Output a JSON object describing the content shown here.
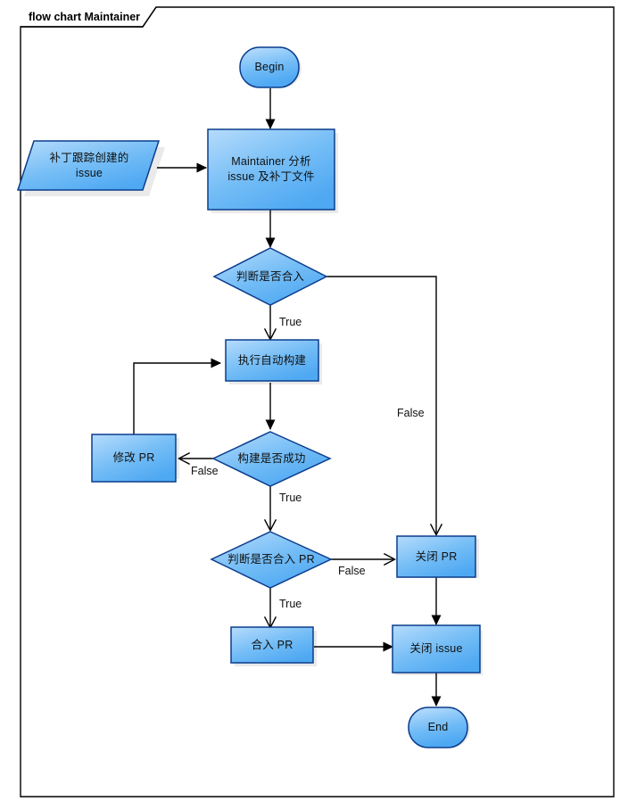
{
  "frame": {
    "title": "flow chart Maintainer",
    "border_color": "#000000",
    "background": "#ffffff"
  },
  "theme": {
    "node_fill_light": "#a9d6fb",
    "node_fill_dark": "#4ea8f2",
    "node_stroke": "#0b3d8c",
    "terminal_stroke": "#0b3d8c",
    "edge_color": "#000000",
    "text_color": "#101010",
    "shadow_color": "#d0d0d0"
  },
  "diagram": {
    "type": "flowchart",
    "nodes": [
      {
        "id": "begin",
        "shape": "terminal",
        "label": "Begin"
      },
      {
        "id": "patch_issue",
        "shape": "parallelogram",
        "label": "补丁跟踪创建的\nissue"
      },
      {
        "id": "analyze",
        "shape": "process",
        "label": "Maintainer 分析\nissue 及补丁文件"
      },
      {
        "id": "decide_merge",
        "shape": "decision",
        "label": "判断是否合入"
      },
      {
        "id": "auto_build",
        "shape": "process",
        "label": "执行自动构建"
      },
      {
        "id": "modify_pr",
        "shape": "process",
        "label": "修改 PR"
      },
      {
        "id": "build_ok",
        "shape": "decision",
        "label": "构建是否成功"
      },
      {
        "id": "decide_pr",
        "shape": "decision",
        "label": "判断是否合入 PR"
      },
      {
        "id": "merge_pr",
        "shape": "process",
        "label": "合入 PR"
      },
      {
        "id": "close_pr",
        "shape": "process",
        "label": "关闭 PR"
      },
      {
        "id": "close_issue",
        "shape": "process",
        "label": "关闭 issue"
      },
      {
        "id": "end",
        "shape": "terminal",
        "label": "End"
      }
    ],
    "edges": [
      {
        "from": "begin",
        "to": "analyze",
        "label": ""
      },
      {
        "from": "patch_issue",
        "to": "analyze",
        "label": ""
      },
      {
        "from": "analyze",
        "to": "decide_merge",
        "label": ""
      },
      {
        "from": "decide_merge",
        "to": "auto_build",
        "label": "True"
      },
      {
        "from": "decide_merge",
        "to": "close_pr",
        "label": "False"
      },
      {
        "from": "auto_build",
        "to": "build_ok",
        "label": ""
      },
      {
        "from": "build_ok",
        "to": "modify_pr",
        "label": "False"
      },
      {
        "from": "modify_pr",
        "to": "auto_build",
        "label": ""
      },
      {
        "from": "build_ok",
        "to": "decide_pr",
        "label": "True"
      },
      {
        "from": "decide_pr",
        "to": "close_pr",
        "label": "False"
      },
      {
        "from": "decide_pr",
        "to": "merge_pr",
        "label": "True"
      },
      {
        "from": "merge_pr",
        "to": "close_issue",
        "label": ""
      },
      {
        "from": "close_pr",
        "to": "close_issue",
        "label": ""
      },
      {
        "from": "close_issue",
        "to": "end",
        "label": ""
      }
    ],
    "edge_labels": {
      "decide_merge_true": "True",
      "decide_merge_false": "False",
      "build_ok_false": "False",
      "build_ok_true": "True",
      "decide_pr_false": "False",
      "decide_pr_true": "True"
    }
  }
}
